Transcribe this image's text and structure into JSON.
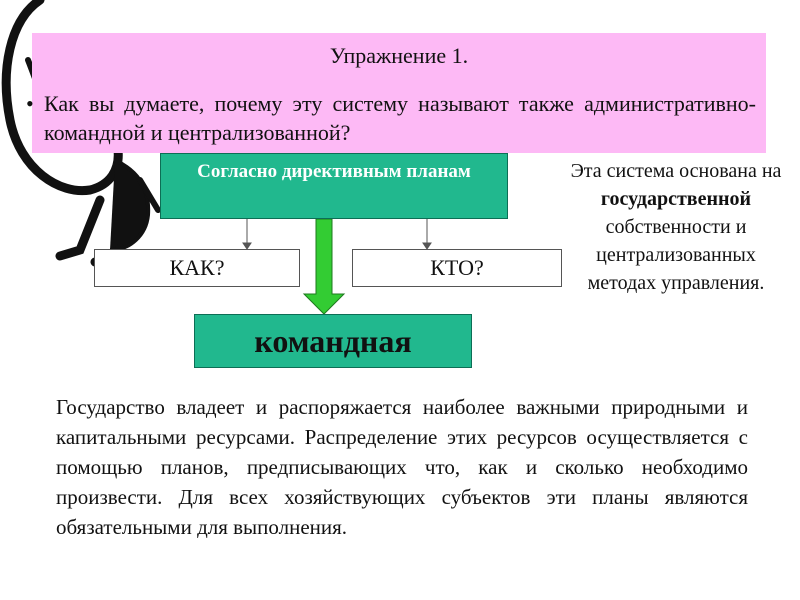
{
  "header": {
    "title": "Упражнение 1.",
    "bullet": "•",
    "question": "Как вы думаете, почему эту систему называют также административно-командной и централизованной?"
  },
  "diagram": {
    "plans_box": "Согласно директивным планам",
    "how_box": "КАК?",
    "who_box": "КТО?",
    "command_box": "командная"
  },
  "side_note": {
    "part1": "Эта система основана на ",
    "bold": "государственной",
    "part2": " собственности и централизованных методах управления."
  },
  "body_text": "Государство владеет и распоряжается наиболее важными природными и капитальными ресурсами. Распределение этих ресурсов осуществляется с помощью планов, предписывающих что, как и сколько необходимо произвести. Для всех хозяйствующих субъектов эти планы являются обязательными для выполнения.",
  "colors": {
    "header_bg": "#fdb9f5",
    "box_green": "#21b88e",
    "arrow_green": "#33cc33"
  }
}
